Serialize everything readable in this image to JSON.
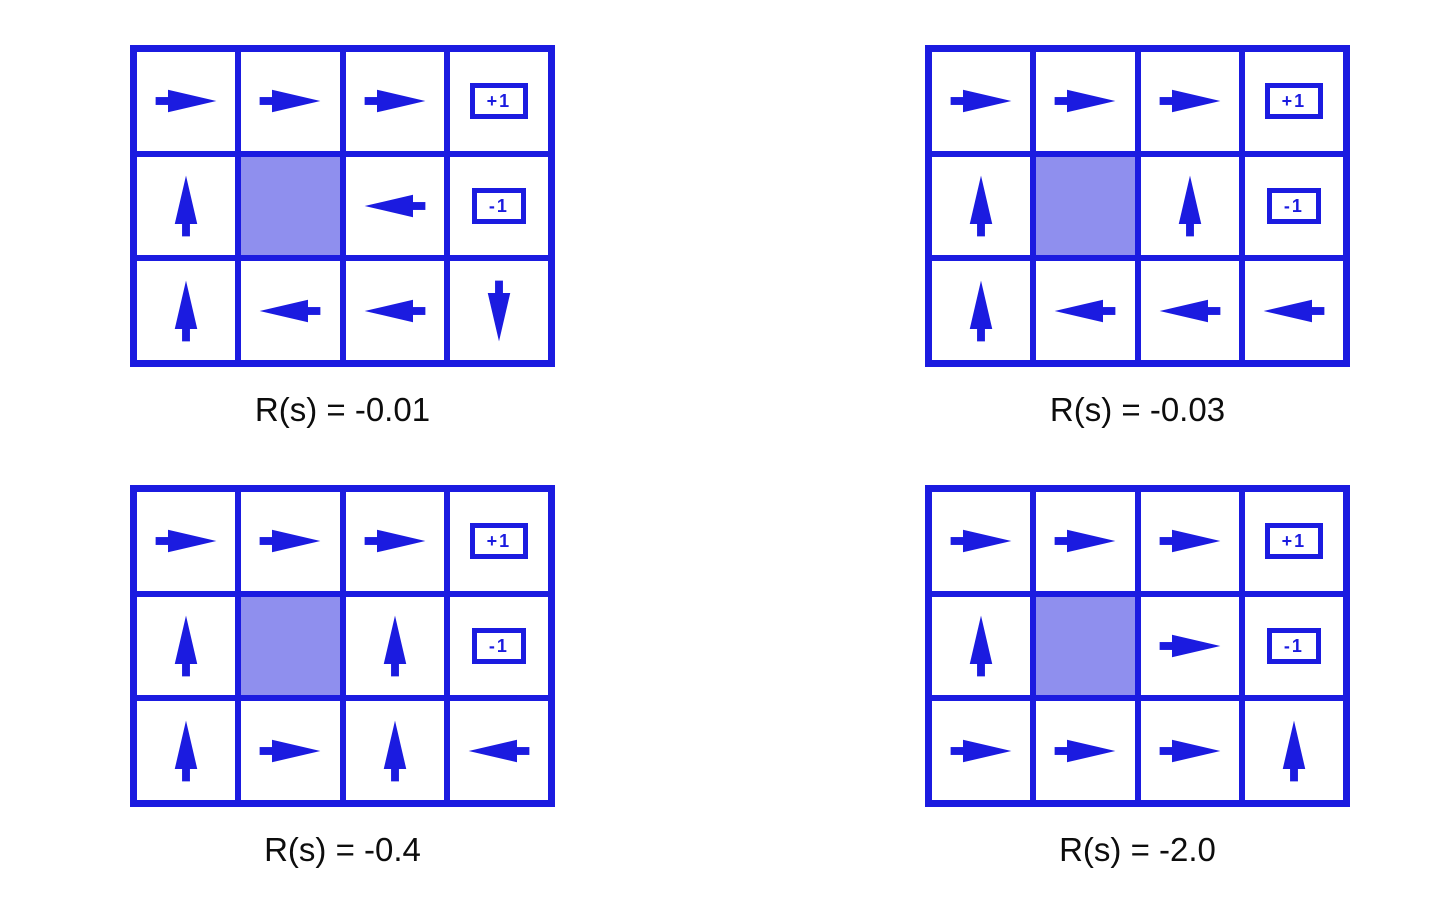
{
  "figures": [
    {
      "caption": "R(s) = -0.01",
      "grid": [
        [
          "right",
          "right",
          "right",
          "+1"
        ],
        [
          "up",
          "wall",
          "left",
          "-1"
        ],
        [
          "up",
          "left",
          "left",
          "down"
        ]
      ]
    },
    {
      "caption": "R(s) = -0.03",
      "grid": [
        [
          "right",
          "right",
          "right",
          "+1"
        ],
        [
          "up",
          "wall",
          "up",
          "-1"
        ],
        [
          "up",
          "left",
          "left",
          "left"
        ]
      ]
    },
    {
      "caption": "R(s) = -0.4",
      "grid": [
        [
          "right",
          "right",
          "right",
          "+1"
        ],
        [
          "up",
          "wall",
          "up",
          "-1"
        ],
        [
          "up",
          "right",
          "up",
          "left"
        ]
      ]
    },
    {
      "caption": "R(s) = -2.0",
      "grid": [
        [
          "right",
          "right",
          "right",
          "+1"
        ],
        [
          "up",
          "wall",
          "right",
          "-1"
        ],
        [
          "right",
          "right",
          "right",
          "up"
        ]
      ]
    }
  ],
  "terminal_labels": {
    "plus": "+1",
    "minus": "-1"
  },
  "colors": {
    "grid_blue": "#1b1be0",
    "wall_fill": "#8f8fee",
    "background": "#ffffff",
    "caption_text": "#0d0d0d"
  }
}
